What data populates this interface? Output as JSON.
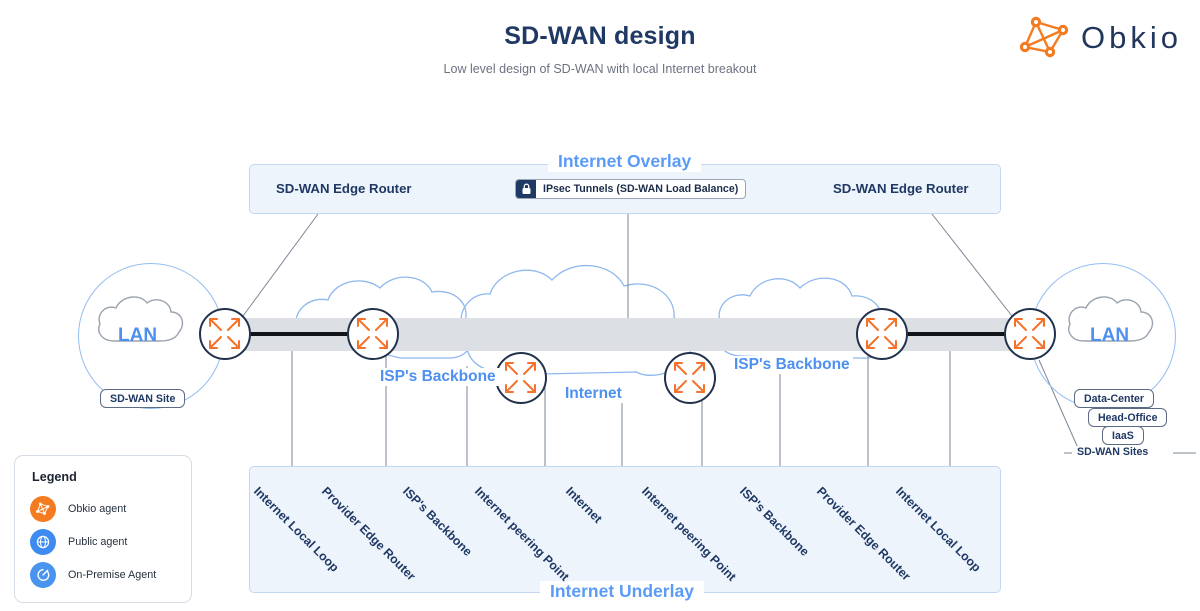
{
  "header": {
    "title": "SD-WAN design",
    "subtitle": "Low level design of SD-WAN with local Internet breakout",
    "brand": "Obkio",
    "brand_color": "#f47b20",
    "title_color": "#1f3864"
  },
  "overlay": {
    "band_label": "Internet Overlay",
    "left_router_label": "SD-WAN Edge Router",
    "right_router_label": "SD-WAN Edge Router",
    "ipsec_badge": "IPsec Tunnels (SD-WAN Load Balance)",
    "ipsec_icon": "lock-icon",
    "accent_color": "#5b9bf8"
  },
  "underlay": {
    "band_label": "Internet Underlay",
    "labels": [
      "Internet Local Loop",
      "Provider Edge Router",
      "ISP's Backbone",
      "Internet peering Point",
      "Internet",
      "Internet peering Point",
      "ISP's Backbone",
      "Provider Edge Router",
      "Internet Local Loop"
    ]
  },
  "sites": {
    "left": {
      "lan_label": "LAN",
      "chip": "SD-WAN Site"
    },
    "right": {
      "lan_label": "LAN",
      "chips": [
        "Data-Center",
        "Head-Office",
        "IaaS"
      ],
      "caption": "SD-WAN Sites"
    }
  },
  "clouds": [
    {
      "name": "ISP's Backbone"
    },
    {
      "name": "Internet"
    },
    {
      "name": "ISP's Backbone"
    }
  ],
  "legend": {
    "title": "Legend",
    "items": [
      {
        "label": "Obkio agent",
        "icon": "obkio-agent-icon",
        "color": "#f47b20"
      },
      {
        "label": "Public agent",
        "icon": "globe-agent-icon",
        "color": "#3d8bf0"
      },
      {
        "label": "On-Premise Agent",
        "icon": "on-premise-agent-icon",
        "color": "#4a93ee"
      }
    ]
  },
  "routers": {
    "icon": "router-icon",
    "count": 6,
    "arrow_color": "#f4722b"
  }
}
